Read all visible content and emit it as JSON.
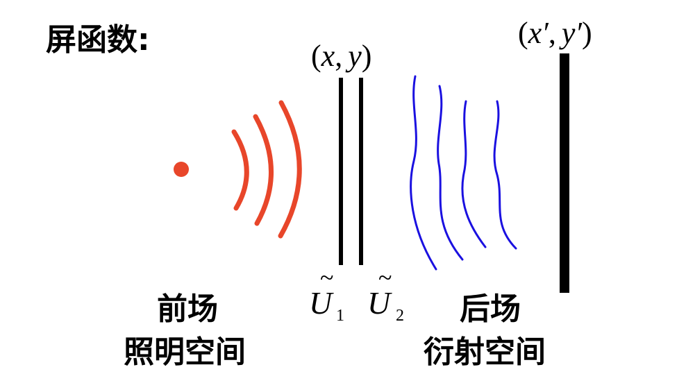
{
  "title": "屏函数:",
  "input_plane": {
    "open": "(",
    "x": "x",
    "comma": ",",
    "y": "y",
    "close": ")"
  },
  "output_plane": {
    "open": "(",
    "x": "x′",
    "comma": ",",
    "y": "y′",
    "close": ")"
  },
  "field_1": {
    "tilde": "~",
    "symbol": "U",
    "subscript": "1"
  },
  "field_2": {
    "tilde": "~",
    "symbol": "U",
    "subscript": "2"
  },
  "front_space": {
    "line1": "前场",
    "line2": "照明空间"
  },
  "back_space": {
    "line1": "后场",
    "line2": "衍射空间"
  },
  "colors": {
    "source": "#e8462a",
    "incident_wave": "#e8462a",
    "diffracted_wave": "#1a10e0",
    "screen": "#000000"
  },
  "icons": {
    "source": "point-source-icon",
    "incident": "spherical-wave-icon",
    "diffracted": "distorted-wave-icon"
  }
}
